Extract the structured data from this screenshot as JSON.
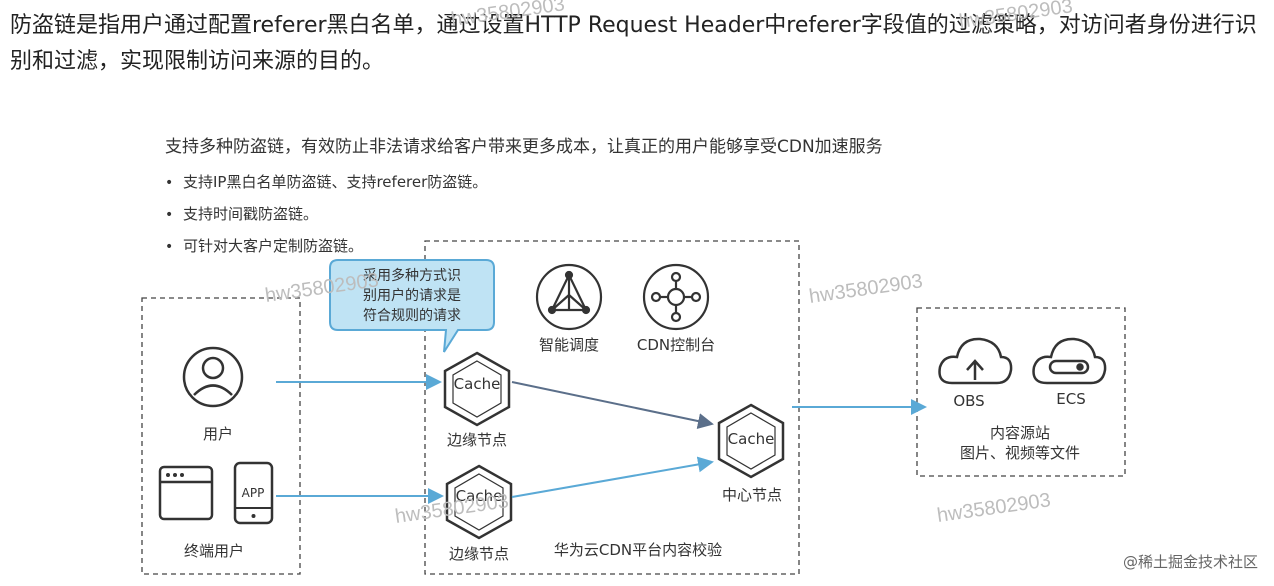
{
  "intro": "防盗链是指用户通过配置referer黑白名单，通过设置HTTP Request Header中referer字段值的过滤策略，对访问者身份进行识别和过滤，实现限制访问来源的目的。",
  "subtitle": "支持多种防盗链，有效防止非法请求给客户带来更多成本，让真正的用户能够享受CDN加速服务",
  "bullets": [
    "支持IP黑白名单防盗链、支持referer防盗链。",
    "支持时间戳防盗链。",
    "可针对大客户定制防盗链。"
  ],
  "diagram": {
    "callout_lines": [
      "采用多种方式识",
      "别用户的请求是",
      "符合规则的请求"
    ],
    "user_label": "用户",
    "app_label": "APP",
    "terminal_label": "终端用户",
    "cache_text": "Cache",
    "edge_node_label": "边缘节点",
    "center_node_label": "中心节点",
    "smart_dispatch_label": "智能调度",
    "cdn_console_label": "CDN控制台",
    "platform_label": "华为云CDN平台内容校验",
    "obs_label": "OBS",
    "ecs_label": "ECS",
    "origin_label": "内容源站",
    "origin_sub_label": "图片、视频等文件"
  },
  "watermarks": [
    "hw35802903",
    "hw35802903",
    "hw35802903",
    "hw35802903",
    "hw35802903",
    "hw35802903"
  ],
  "corner_text": "@稀土掘金技术社区",
  "colors": {
    "arrow_blue": "#5aa9d6",
    "arrow_dark": "#5b6f8a",
    "callout_fill": "#bfe3f4",
    "callout_stroke": "#5aa9d6",
    "icon_stroke": "#333333"
  }
}
